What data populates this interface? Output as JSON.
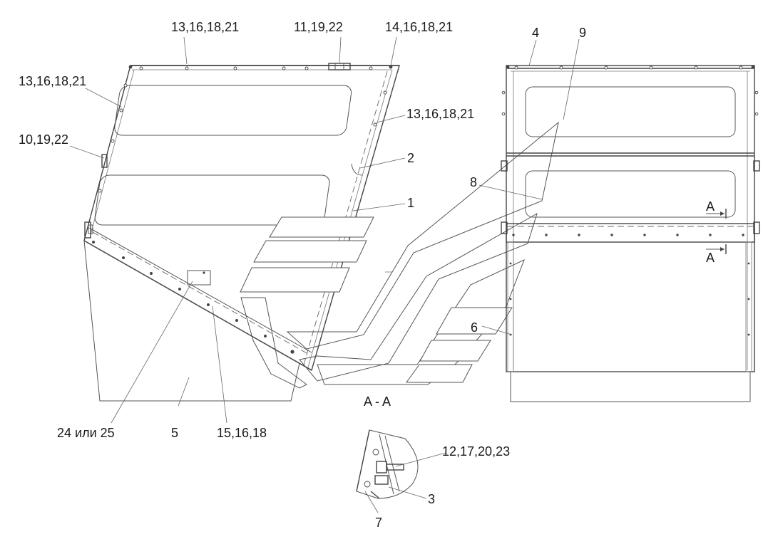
{
  "labels": {
    "top_left_fasteners": "13,16,18,21",
    "top_middle_hinge": "11,19,22",
    "top_right_fasteners": "14,16,18,21",
    "left_edge_fasteners": "13,16,18,21",
    "left_latch": "10,19,22",
    "right_edge_fasteners": "13,16,18,21",
    "part_2": "2",
    "part_1": "1",
    "part_8": "8",
    "part_9": "9",
    "part_4": "4",
    "part_6": "6",
    "section_marker_upper": "A",
    "section_marker_lower": "A",
    "section_title": "A - A",
    "bottom_plate": "24 или 25",
    "part_5": "5",
    "bottom_fasteners": "15,16,18",
    "detail_fasteners": "12,17,20,23",
    "part_3": "3",
    "part_7": "7"
  }
}
